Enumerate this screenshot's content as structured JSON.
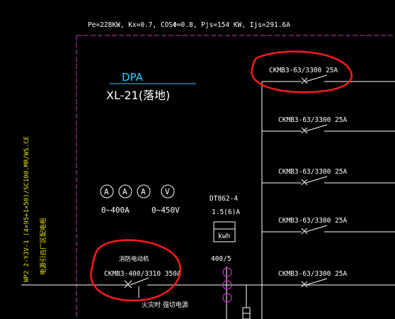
{
  "header_formula": "Pe=228KW, Kx=0.7, COSΦ=0.8, Pjs=154 KW, Ijs=291.6A",
  "panel": {
    "code": "DPA",
    "name": "XL-21(落地)"
  },
  "incoming": {
    "vertical_label_yellow": "WP2  2-YJV-1 (4×95+1×50)/SC100.MR/WS.CE",
    "vertical_label_yellow2": "电源引自厂区配电柜",
    "breaker_title": "消防电动机",
    "breaker_model": "CKMB3-400/3310  350A",
    "breaker_note": "火灾时 强切电源"
  },
  "meters": {
    "ammeter_symbol": "A",
    "voltmeter_symbol": "V",
    "ammeter_range": "0~400A",
    "voltmeter_range": "0~450V",
    "energy_meter_model": "DT862-4",
    "energy_meter_rating": "1.5(6)A",
    "energy_meter_unit": "kwh",
    "ct_ratio": "400/5"
  },
  "outgoing_breakers": [
    {
      "label": "CKMB3-63/3300 25A"
    },
    {
      "label": "CKMB3-63/3300 25A"
    },
    {
      "label": "CKMB3-63/3300 25A"
    },
    {
      "label": "CKMB3-63/3300 25A"
    },
    {
      "label": "CKMB3-63/3300 25A"
    }
  ],
  "colors": {
    "background": "#000000",
    "wire": "#ffffff",
    "panel_border": "#cc33cc",
    "title_accent": "#33ccff",
    "annotation_circle": "#ff1a1a",
    "label_yellow": "#e6e600",
    "ct_magenta": "#cc33cc"
  }
}
